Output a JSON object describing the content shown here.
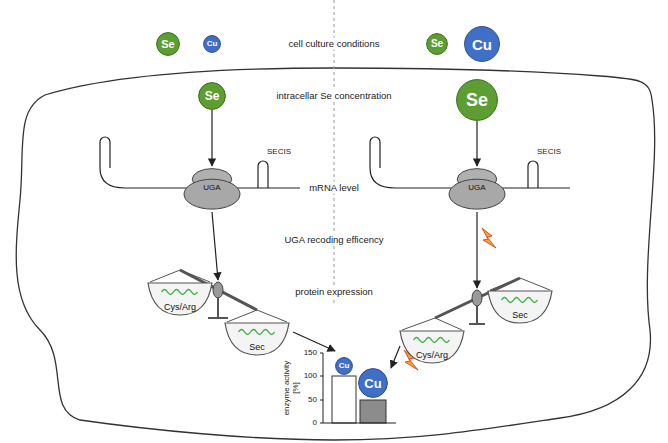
{
  "diagram": {
    "nodes": [
      {
        "text": [
          "Se"
        ]
      },
      {
        "text": [
          "Cu"
        ]
      },
      {
        "text": [
          "Se"
        ]
      },
      {
        "text": [
          "Cu"
        ]
      },
      {
        "text": [
          "Se"
        ]
      },
      {
        "text": [
          "Se"
        ]
      },
      {
        "text": [
          "UGA"
        ]
      },
      {
        "text": [
          "UGA"
        ]
      },
      {
        "text": [
          "Cys/Arg"
        ]
      },
      {
        "text": [
          "Sec"
        ]
      },
      {
        "text": [
          "Cys/Arg"
        ]
      },
      {
        "text": [
          "Sec"
        ]
      },
      {
        "text": [
          "Cu"
        ]
      },
      {
        "text": [
          "Cu"
        ]
      }
    ],
    "edges": [
      {
        "from": 4,
        "to": 6,
        "arrow": "to"
      },
      {
        "from": 5,
        "to": 7,
        "arrow": "to"
      }
    ],
    "labels": [
      "cell culture conditions",
      "intracellar Se concentration",
      "SECIS",
      "mRNA level",
      "SECIS",
      "UGA recoding efficency",
      "protein expression",
      "150",
      "100",
      "50",
      "0",
      "enzyme activity [%]"
    ]
  }
}
